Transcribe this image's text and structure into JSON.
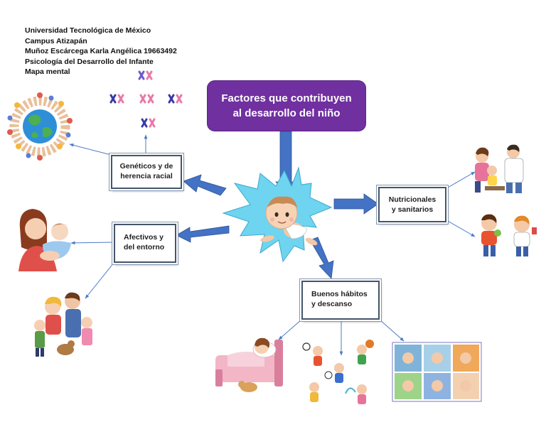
{
  "header": {
    "line1": "Universidad Tecnológica de México",
    "line2": "Campus Atizapán",
    "line3": "Muñoz Escárcega Karla Angélica   19663492",
    "line4": "Psicología del Desarrollo del Infante",
    "line5": "Mapa mental"
  },
  "central": {
    "title_line1": "Factores que contribuyen",
    "title_line2": "al desarrollo del niño"
  },
  "nodes": {
    "genetic": {
      "line1": "Genéticos y de",
      "line2": "herencia racial"
    },
    "affective": {
      "line1": "Afectivos y",
      "line2": "del entorno"
    },
    "nutrition": {
      "line1": "Nutricionales",
      "line2": "y sanitarios"
    },
    "habits": {
      "line1": "Buenos hábitos",
      "line2": "y descanso"
    }
  },
  "colors": {
    "title_box": "#7030a0",
    "block_arrow": "#4472c4",
    "connector": "#4a7ac8",
    "starburst": "#6fd4ef",
    "node_border": "#44546a"
  }
}
